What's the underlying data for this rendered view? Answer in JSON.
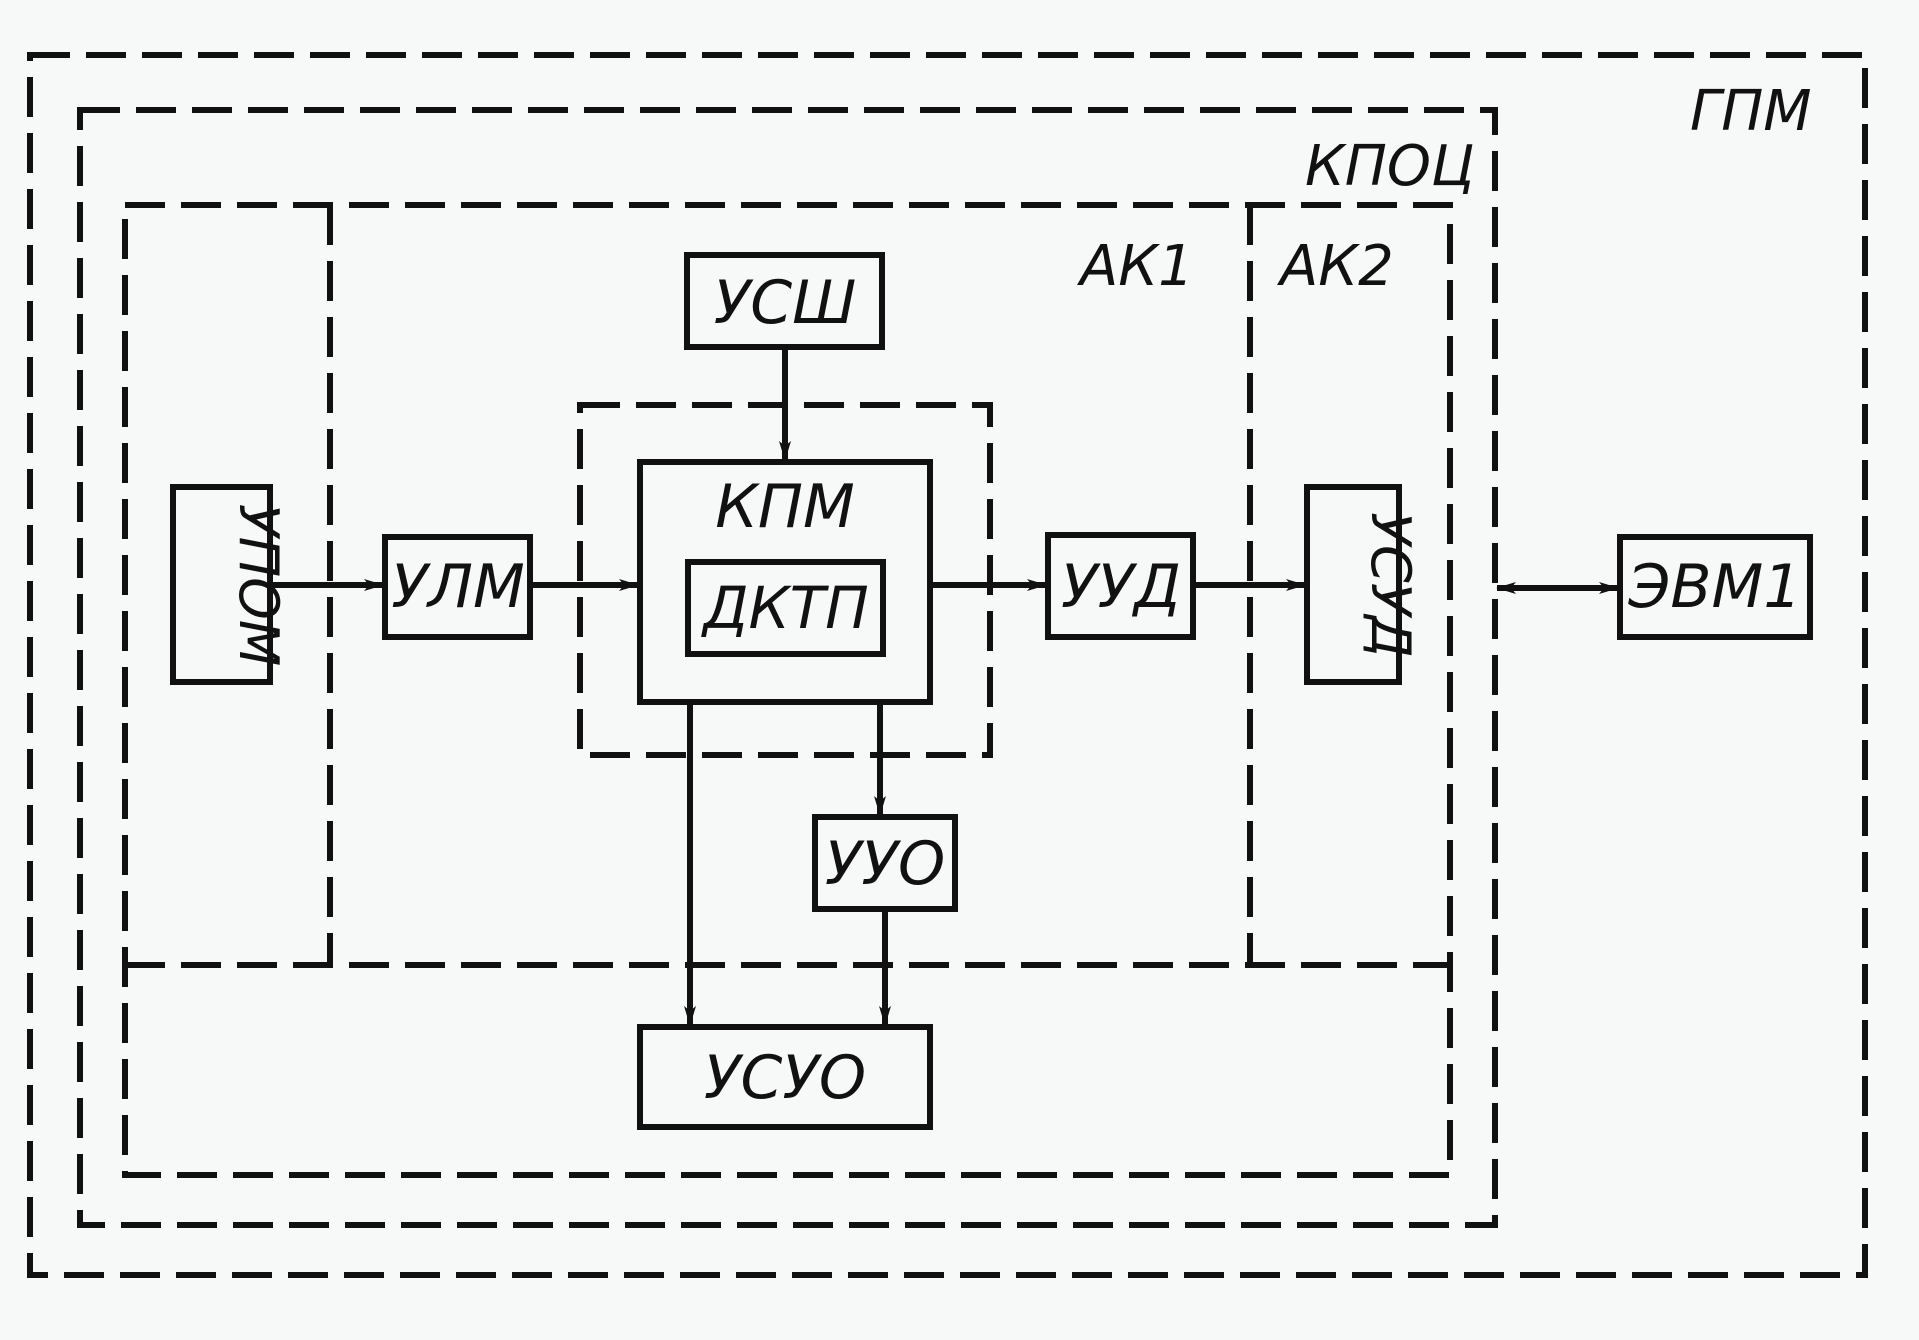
{
  "diagram": {
    "regions": {
      "gpm": "ГПМ",
      "kpots": "КПОЦ",
      "ak1": "АК1",
      "ak2": "АК2"
    },
    "blocks": {
      "usch": "УСШ",
      "kpm": "КПМ",
      "dktp": "ДКТП",
      "upom": "УПОМ",
      "ulm": "УЛМ",
      "uud": "УУД",
      "usud": "УСУД",
      "evm1": "ЭВМ1",
      "uuo": "УУО",
      "usuo": "УСУО"
    },
    "colors": {
      "ink": "#111111",
      "paper": "#f7f8f8"
    }
  }
}
